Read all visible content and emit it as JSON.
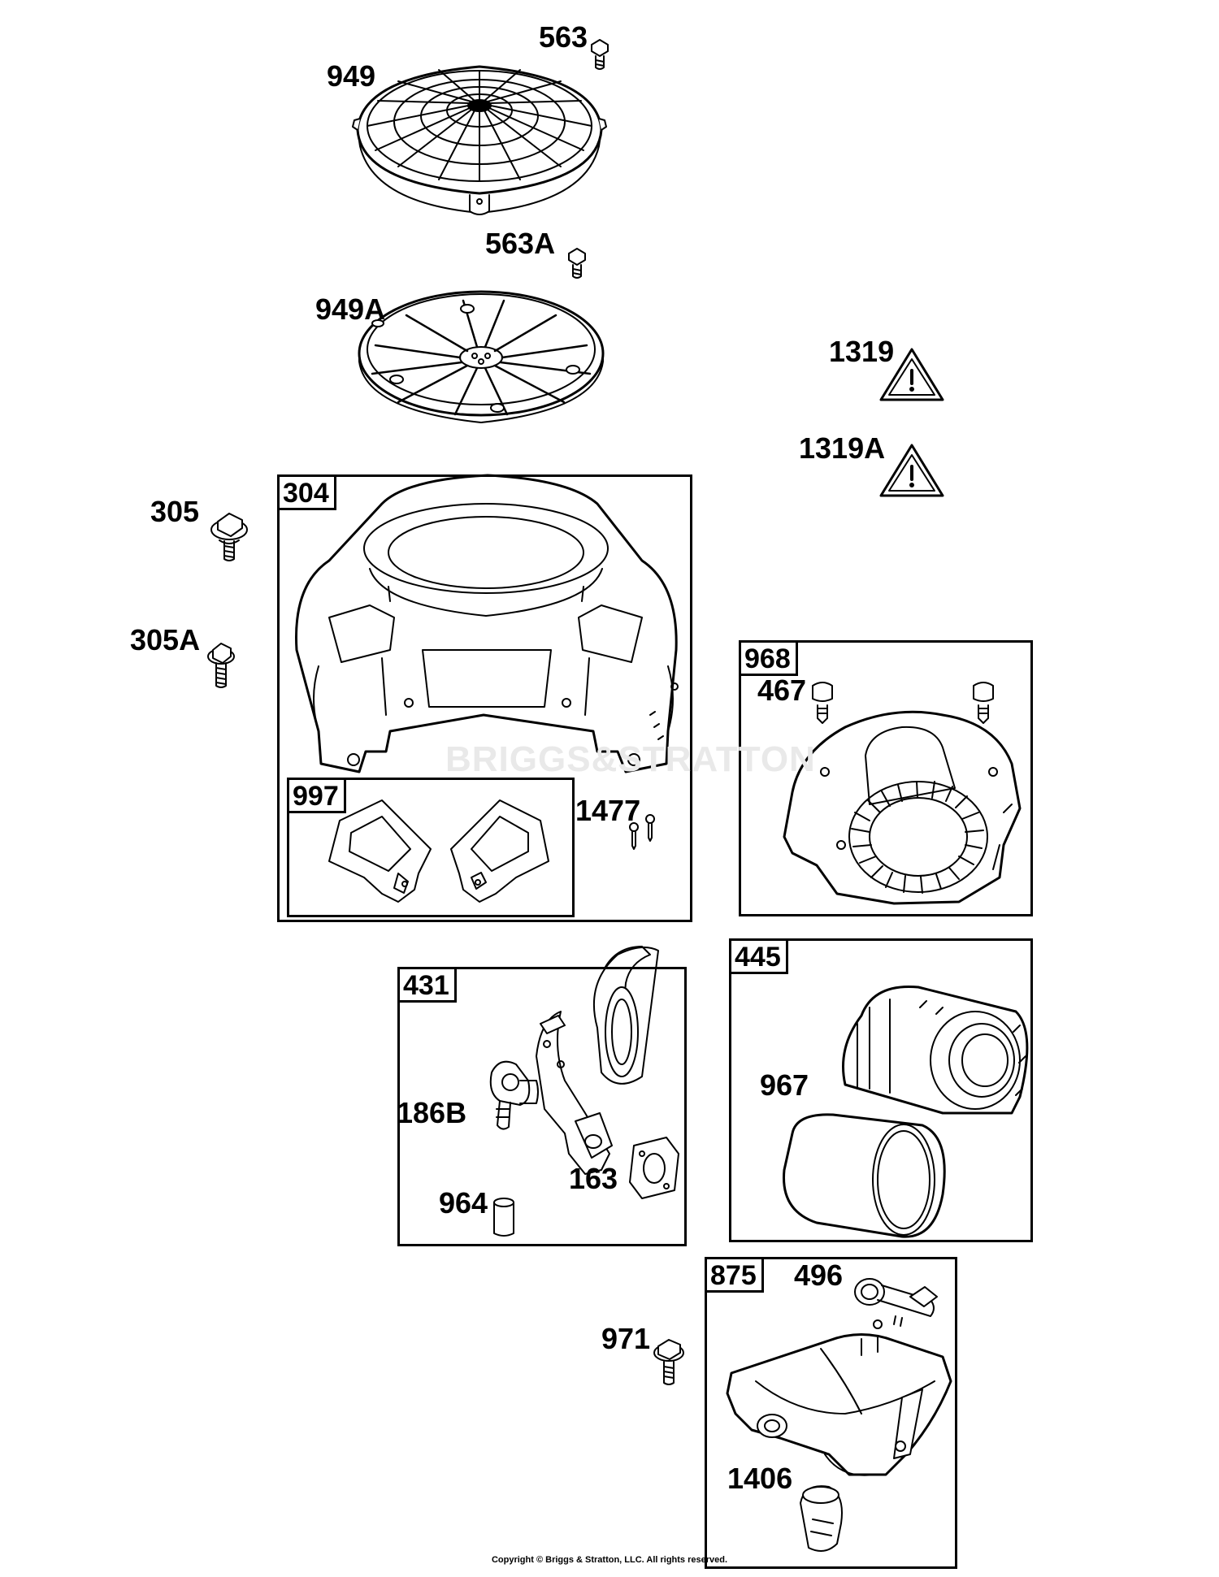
{
  "watermark": "BRIGGS&STRATTON",
  "copyright": "Copyright © Briggs & Stratton, LLC. All rights reserved.",
  "labels": {
    "l563": "563",
    "l949": "949",
    "l563A": "563A",
    "l949A": "949A",
    "l1319": "1319",
    "l1319A": "1319A",
    "l305": "305",
    "l305A": "305A",
    "l467": "467",
    "l1477": "1477",
    "l186B": "186B",
    "l163": "163",
    "l964": "964",
    "l967": "967",
    "l971": "971",
    "l496": "496",
    "l1406": "1406"
  },
  "boxes": {
    "b304": "304",
    "b997": "997",
    "b968": "968",
    "b431": "431",
    "b445": "445",
    "b875": "875"
  },
  "icons": [
    "screw-icon",
    "grille-cover-icon",
    "fan-cover-icon",
    "warning-triangle-icon",
    "blower-housing-icon",
    "baffle-icon",
    "air-cleaner-cover-icon",
    "air-cleaner-base-icon",
    "filter-cartridge-icon",
    "pre-cleaner-icon",
    "duct-icon",
    "clamp-icon"
  ]
}
